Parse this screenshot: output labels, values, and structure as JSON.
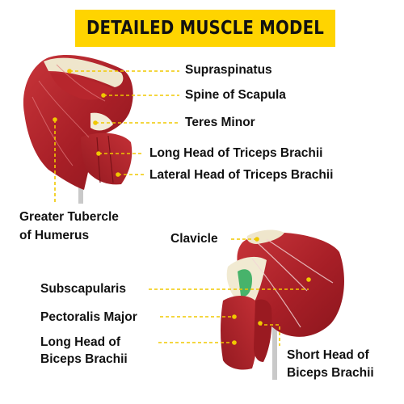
{
  "banner": {
    "title": "DETAILED MUSCLE MODEL"
  },
  "colors": {
    "banner": "#ffd400",
    "leader": "#f0c800",
    "muscle": "#b8242b",
    "bone": "#f1ead2"
  },
  "labels": {
    "supraspinatus": "Supraspinatus",
    "spine_of_scapula": "Spine of Scapula",
    "teres_minor": "Teres Minor",
    "long_head_triceps": "Long Head of Triceps Brachii",
    "lateral_head_triceps": "Lateral Head of Triceps Brachii",
    "greater_tubercle_1": "Greater Tubercle",
    "greater_tubercle_2": "of Humerus",
    "clavicle": "Clavicle",
    "subscapularis": "Subscapularis",
    "pectoralis_major": "Pectoralis Major",
    "long_head_biceps_1": "Long Head of",
    "long_head_biceps_2": "Biceps Brachii",
    "short_head_biceps_1": "Short Head of",
    "short_head_biceps_2": "Biceps Brachii"
  }
}
